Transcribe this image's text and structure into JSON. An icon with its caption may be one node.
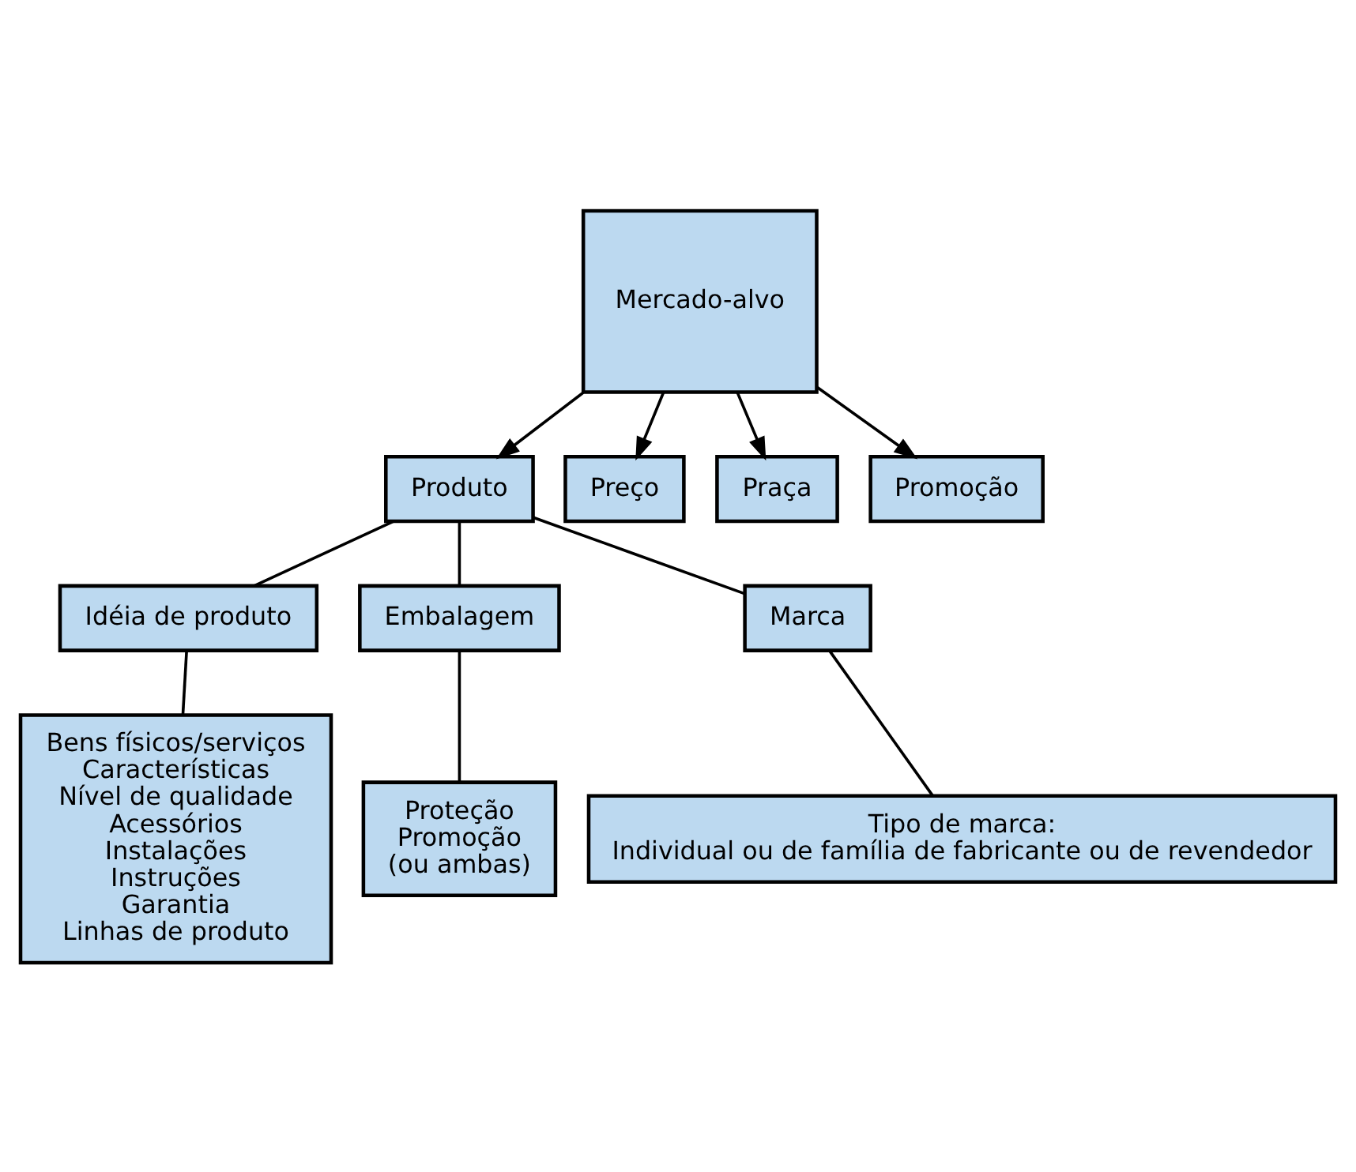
{
  "diagram": {
    "nodes": [
      {
        "text": [
          "Mercado-alvo"
        ]
      },
      {
        "text": [
          "Produto"
        ]
      },
      {
        "text": [
          "Preço"
        ]
      },
      {
        "text": [
          "Praça"
        ]
      },
      {
        "text": [
          "Promoção"
        ]
      },
      {
        "text": [
          "Idéia de produto"
        ]
      },
      {
        "text": [
          "Embalagem"
        ]
      },
      {
        "text": [
          "Marca"
        ]
      },
      {
        "text": [
          "Bens físicos/serviços",
          "Características",
          "Nível de qualidade",
          "Acessórios",
          "Instalações",
          "Instruções",
          "Garantia",
          "Linhas de produto"
        ]
      },
      {
        "text": [
          "Proteção",
          "Promoção",
          "(ou ambas)"
        ]
      },
      {
        "text": [
          "Tipo de marca:",
          "Individual ou de família de fabricante ou de revendedor"
        ]
      }
    ],
    "edges": [
      {
        "from": 0,
        "to": 1,
        "arrow": "to"
      },
      {
        "from": 0,
        "to": 2,
        "arrow": "to"
      },
      {
        "from": 0,
        "to": 3,
        "arrow": "to"
      },
      {
        "from": 0,
        "to": 4,
        "arrow": "to"
      },
      {
        "from": 1,
        "to": 5,
        "arrow": "none"
      },
      {
        "from": 1,
        "to": 6,
        "arrow": "none"
      },
      {
        "from": 1,
        "to": 7,
        "arrow": "none"
      },
      {
        "from": 5,
        "to": 8,
        "arrow": "none"
      },
      {
        "from": 6,
        "to": 9,
        "arrow": "none"
      },
      {
        "from": 7,
        "to": 10,
        "arrow": "none"
      }
    ]
  }
}
